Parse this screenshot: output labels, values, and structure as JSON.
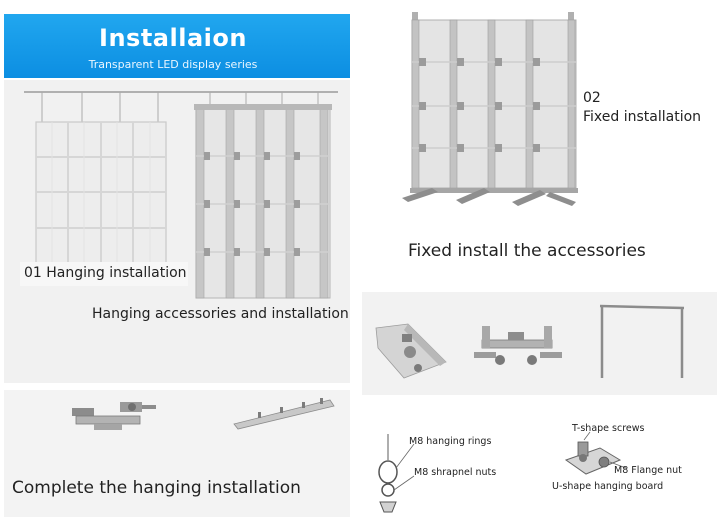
{
  "header": {
    "title": "Installaion",
    "subtitle": "Transparent LED display series"
  },
  "hanging": {
    "label": "01 Hanging installation",
    "accessories_label": "Hanging accessories and installation",
    "complete_label": "Complete the hanging installation"
  },
  "fixed": {
    "number": "02",
    "label": "Fixed installation",
    "accessories_label": "Fixed install the accessories"
  },
  "callouts": {
    "rings": "M8 hanging rings",
    "shrapnel": "M8 shrapnel nuts",
    "t_screws": "T-shape screws",
    "flange": "M8 Flange nut",
    "u_board": "U-shape hanging board"
  }
}
